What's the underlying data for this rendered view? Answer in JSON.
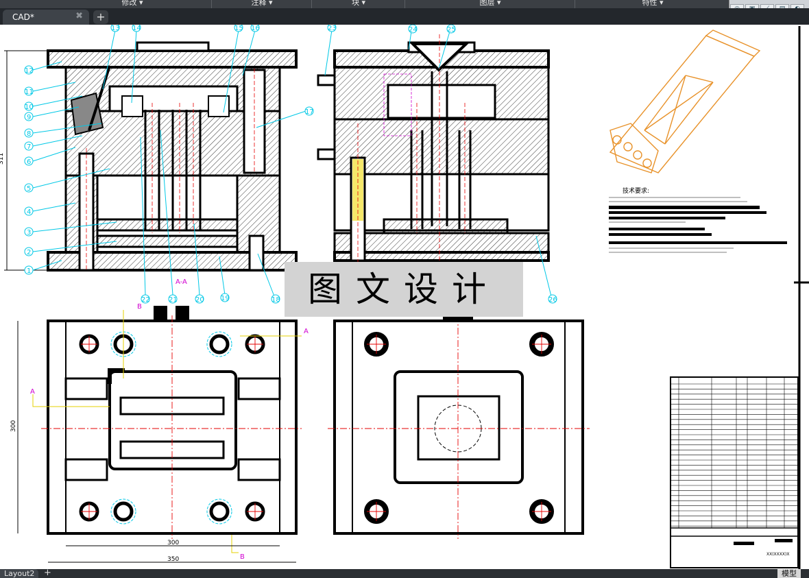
{
  "ribbon": {
    "groups": [
      "修改",
      "注释",
      "块",
      "图层",
      "特性"
    ]
  },
  "document_tab": {
    "title": "CAD*",
    "close": "✖"
  },
  "new_tab": "+",
  "layout_tab": "Layout2",
  "model_tab": "模型",
  "watermark": "图文设计",
  "drawing": {
    "section_label": "A-A",
    "dim_height_top": "311",
    "dim_height_bottom": "300",
    "dim_width_inner": "300",
    "dim_width_outer": "350",
    "part_labels_left": [
      "13",
      "14",
      "15",
      "16",
      "12",
      "11",
      "10",
      "9",
      "8",
      "7",
      "6",
      "5",
      "4",
      "3",
      "2",
      "1",
      "17",
      "22",
      "21",
      "20",
      "19",
      "18"
    ],
    "part_labels_right": [
      "23",
      "24",
      "25",
      "26"
    ],
    "tech_title": "技术要求:",
    "section_letters": {
      "a": "A",
      "b": "B"
    },
    "drawing_number": "XX(XXXX)X"
  },
  "colors": {
    "cad_cyan": "#00c8e6",
    "cad_red": "#e60000",
    "cad_magenta": "#d000d0",
    "cad_yellow": "#e6d200",
    "cad_orange": "#e8922a",
    "ui_dark": "#23272c"
  }
}
